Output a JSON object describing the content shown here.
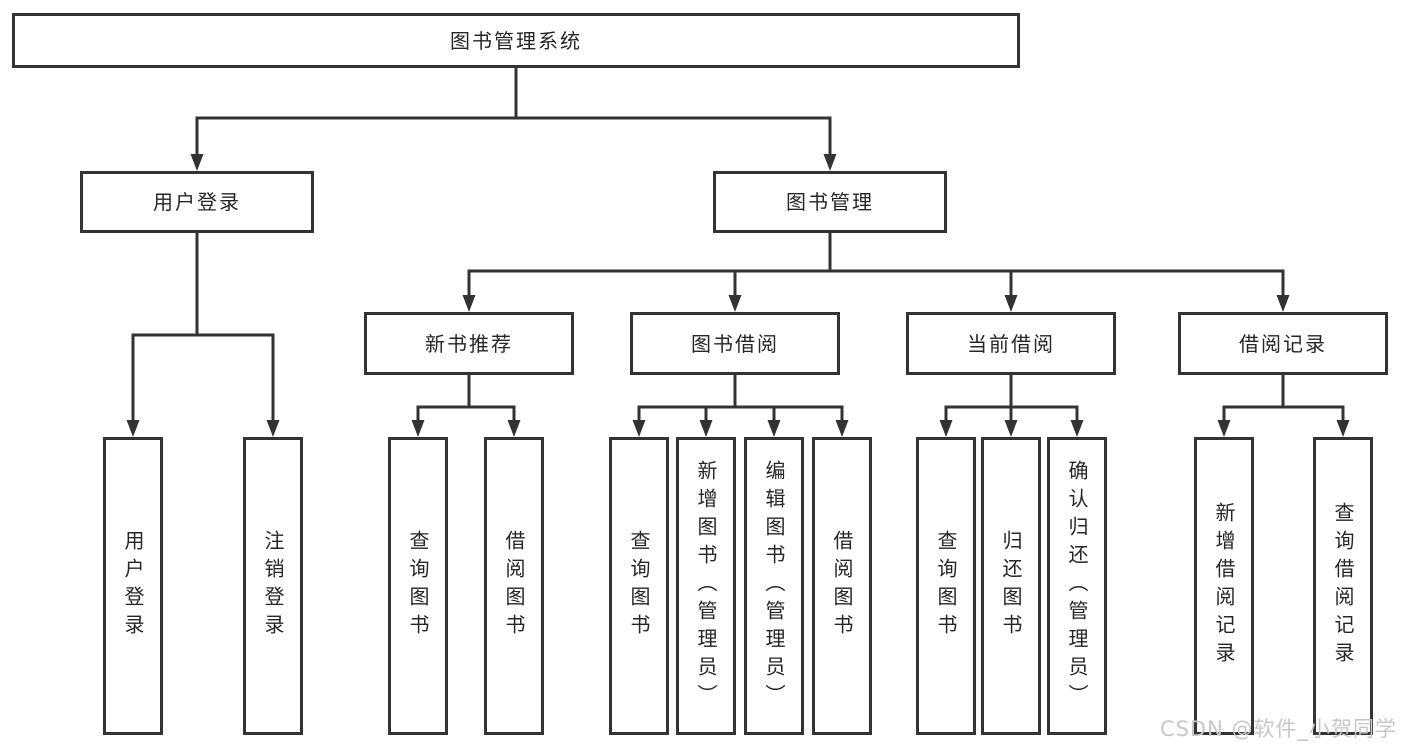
{
  "tree": {
    "label": "图书管理系统",
    "children": [
      {
        "label": "用户登录",
        "children": [
          {
            "label": "用户登录"
          },
          {
            "label": "注销登录"
          }
        ]
      },
      {
        "label": "图书管理",
        "children": [
          {
            "label": "新书推荐",
            "children": [
              {
                "label": "查询图书"
              },
              {
                "label": "借阅图书"
              }
            ]
          },
          {
            "label": "图书借阅",
            "children": [
              {
                "label": "查询图书"
              },
              {
                "label": "新增图书（管理员）"
              },
              {
                "label": "编辑图书（管理员）"
              },
              {
                "label": "借阅图书"
              }
            ]
          },
          {
            "label": "当前借阅",
            "children": [
              {
                "label": "查询图书"
              },
              {
                "label": "归还图书"
              },
              {
                "label": "确认归还（管理员）"
              }
            ]
          },
          {
            "label": "借阅记录",
            "children": [
              {
                "label": "新增借阅记录"
              },
              {
                "label": "查询借阅记录"
              }
            ]
          }
        ]
      }
    ]
  },
  "watermark": "CSDN @软件_小贺同学",
  "colors": {
    "line": "#333333",
    "box_border": "#333333",
    "text": "#262626",
    "watermark": "#c7c7c7",
    "background": "#ffffff"
  }
}
